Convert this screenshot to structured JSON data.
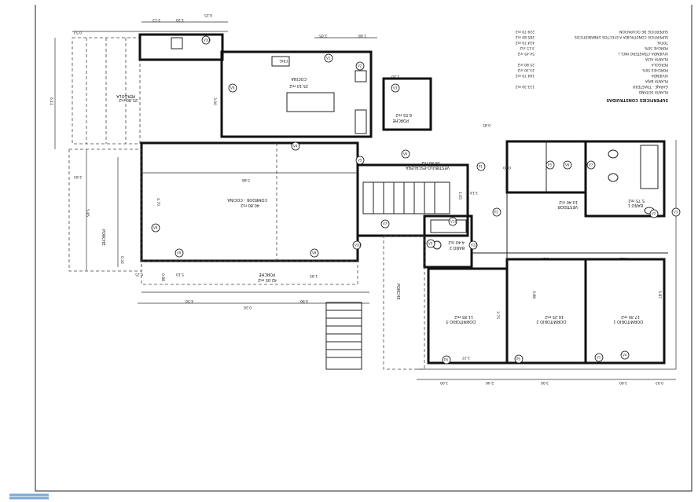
{
  "table": {
    "title": "SUPERFICIES CONSTRUIDAS",
    "rows": [
      {
        "label": "PLANTA SOTANO",
        "value": ""
      },
      {
        "label": "GARAJE - TRASTERO",
        "value": "133.30 m2"
      },
      {
        "label": "PLANTA BAJA",
        "value": ""
      },
      {
        "label": "VIVIENDA",
        "value": "184.70 m2"
      },
      {
        "label": "PORCHES 50%",
        "value": "23.30 m2"
      },
      {
        "label": "PERGOLA",
        "value": "25.80 m2"
      },
      {
        "label": "PLANTA ALTA",
        "value": ""
      },
      {
        "label": "VIVIENDA (TRASTERO INCL.)",
        "value": "54.45 m2"
      },
      {
        "label": "PORCHE 50%",
        "value": "3.15 m2"
      },
      {
        "label": "TOTAL",
        "value": "424.70 m2"
      },
      {
        "label": "SUPERFICIE CONSTRUIDA A EFECTOS URBANISTICOS",
        "value": "285.80 m2"
      },
      {
        "label": "SUPERFICIE DE OCUPACION",
        "value": "229.70 m2"
      }
    ]
  },
  "rooms": {
    "cocina": {
      "name": "COCINA",
      "area": "25.10 m2"
    },
    "pergola": {
      "name": "PERGOLA",
      "area": "25.80 m2"
    },
    "comedor": {
      "name": "COMEDOR - COCINA",
      "area": "40.80 m2"
    },
    "porche_front": {
      "name": "PORCHE",
      "area": "42.05 m2"
    },
    "porche_small": {
      "name": "PORCHE",
      "area": "6.55 m2"
    },
    "vestibulo": {
      "name": "VESTIBULO-ESCALERA",
      "area": "16.80 m2"
    },
    "bano2": {
      "name": "BAÑO 2",
      "area": "4.40 m2"
    },
    "dormitorio3": {
      "name": "DORMITORIO 3",
      "area": "11.85 m2"
    },
    "dormitorio2": {
      "name": "DORMITORIO 2",
      "area": "16.25 m2"
    },
    "dormitorio1": {
      "name": "DORMITORIO 1",
      "area": "17.30 m2"
    },
    "vestidor": {
      "name": "VESTIDOR",
      "area": "10.40 m2"
    },
    "bano1": {
      "name": "BAÑO 1",
      "area": "5.75 m2"
    },
    "porche_left": {
      "name": "PORCHE"
    },
    "porche_right": {
      "name": "PORCHE"
    },
    "frigo": {
      "name": "FRIG."
    }
  },
  "dims": {
    "top_a": "2.13",
    "top_b": "1.20",
    "top_c": "0.25",
    "top_d": "2.05",
    "top_e": "1.08",
    "top_f": "0.53",
    "left_total": "6.11",
    "left_a": "2.83",
    "left_b": "5.85",
    "left_c": "0.32",
    "left_d": "3.00",
    "bottom_a": "0.25",
    "bottom_b": "5.10",
    "bottom_c": "0.88",
    "bottom_d": "4.50",
    "bottom_e": "0.26",
    "bottom_f": "4.90",
    "mid_a": "5.88",
    "mid_b": "4.70",
    "mid_c": "1.85",
    "mid_d": "3.14",
    "right_a": "1.00",
    "right_b": "2.46",
    "right_c": "3.00",
    "right_d": "3.00",
    "right_e": "0.93",
    "bed_a": "3.37",
    "bed_b": "3.27",
    "bed_c": "3.22",
    "bed_d": "3.75",
    "bed_e": "3.88",
    "bed_f": "5.87",
    "misc_a": "0.85",
    "misc_b": "1.20",
    "misc_c": "1.05",
    "misc_d": "0.20"
  },
  "tags": [
    "V1",
    "V2",
    "V3",
    "V4",
    "V5",
    "V6",
    "V7",
    "V8",
    "V9",
    "V10",
    "V11",
    "V12",
    "P1",
    "P2",
    "P3",
    "P4",
    "P5"
  ],
  "colors": {
    "line": "#111111",
    "paper": "#ffffff"
  }
}
